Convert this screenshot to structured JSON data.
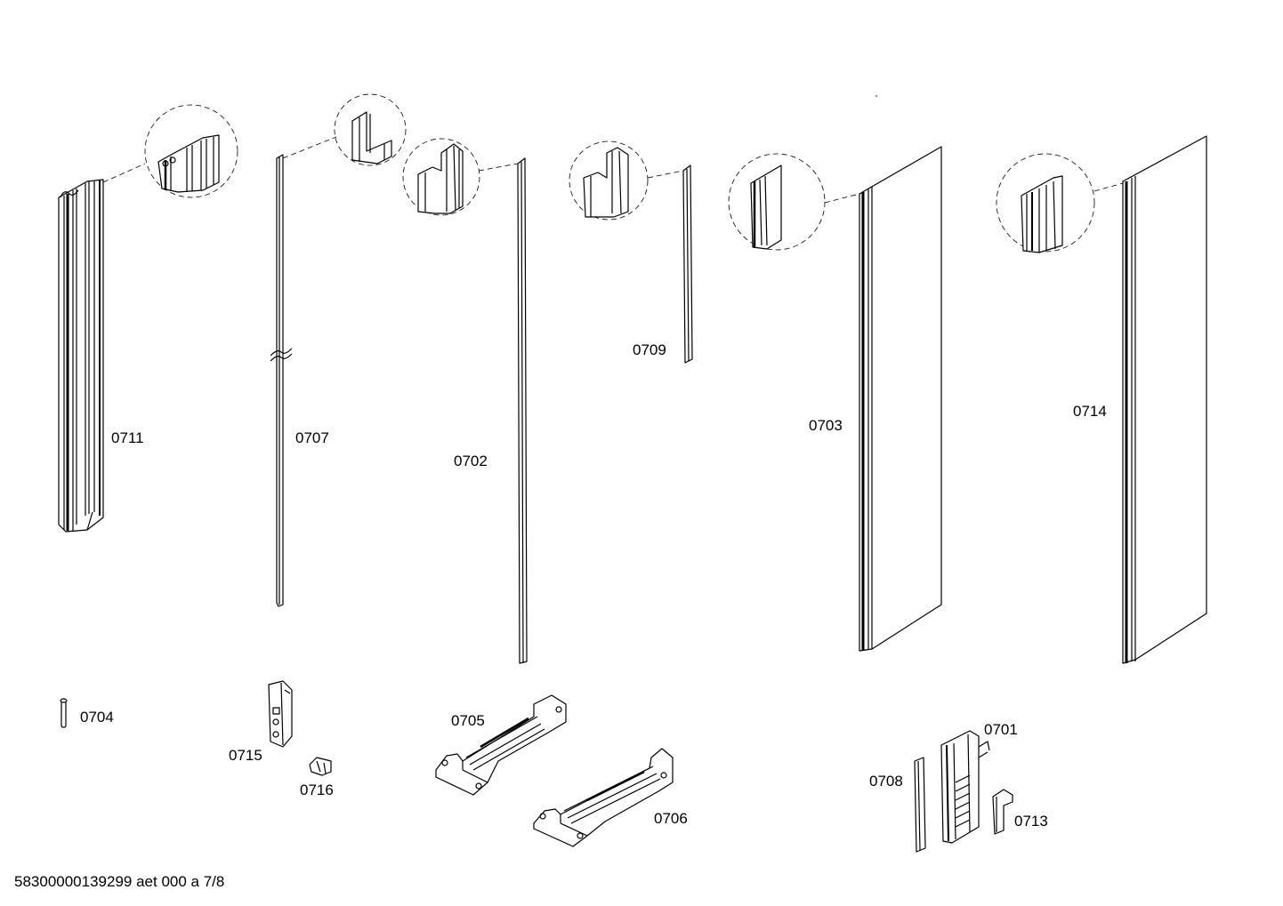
{
  "parts": [
    {
      "id": "0711",
      "label": "0711"
    },
    {
      "id": "0707",
      "label": "0707"
    },
    {
      "id": "0702",
      "label": "0702"
    },
    {
      "id": "0709",
      "label": "0709"
    },
    {
      "id": "0703",
      "label": "0703"
    },
    {
      "id": "0714",
      "label": "0714"
    },
    {
      "id": "0704",
      "label": "0704"
    },
    {
      "id": "0715",
      "label": "0715"
    },
    {
      "id": "0716",
      "label": "0716"
    },
    {
      "id": "0705",
      "label": "0705"
    },
    {
      "id": "0706",
      "label": "0706"
    },
    {
      "id": "0701",
      "label": "0701"
    },
    {
      "id": "0708",
      "label": "0708"
    },
    {
      "id": "0713",
      "label": "0713"
    }
  ],
  "footer": "58300000139299 aet 000 a 7/8"
}
